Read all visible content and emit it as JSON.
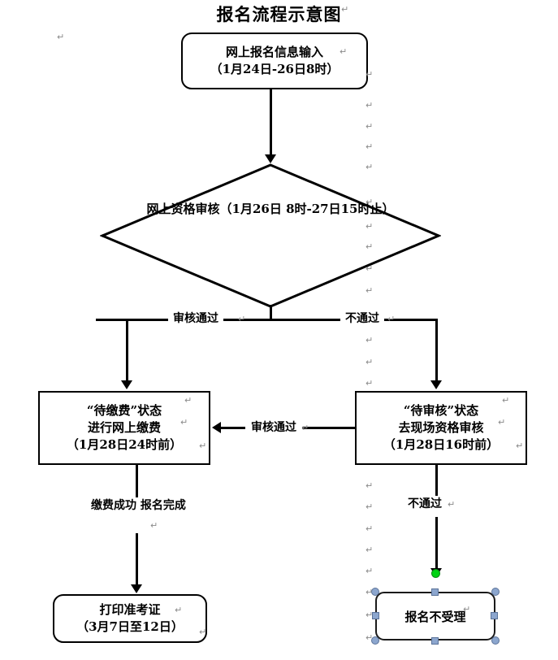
{
  "document": {
    "title": "报名流程示意图"
  },
  "nodes": {
    "start": {
      "shape": "rounded-rectangle",
      "lines": [
        "网上报名信息输入",
        "（1月24日-26日8时）"
      ]
    },
    "decision": {
      "shape": "diamond",
      "lines": [
        "网上资格审核（1月26日",
        "8时-27日15时止）"
      ]
    },
    "pay": {
      "shape": "rectangle",
      "lines": [
        "“待缴费”状态",
        "进行网上缴费",
        "（1月28日24时前）"
      ]
    },
    "review": {
      "shape": "rectangle",
      "lines": [
        "“待审核”状态",
        "去现场资格审核",
        "（1月28日16时前）"
      ]
    },
    "print": {
      "shape": "rounded-rectangle",
      "lines": [
        "打印准考证",
        "（3月7日至12日）"
      ]
    },
    "rejected": {
      "shape": "rounded-rectangle",
      "selected": true,
      "lines": [
        "报名不受理"
      ]
    }
  },
  "edges": {
    "decision_pass": "审核通过",
    "decision_fail": "不通过",
    "review_pass": "审核通过",
    "review_fail": "不通过",
    "pay_success": [
      "缴费成功",
      "报名完成"
    ]
  },
  "marks": {
    "pilcrow": "↵"
  },
  "colors": {
    "line": "#000000",
    "text": "#000000",
    "handle_fill": "#8ca6ce",
    "handle_border": "#5b7399",
    "rotate_handle": "#00d313",
    "pilcrow": "#8a8a8a",
    "background": "#ffffff"
  }
}
